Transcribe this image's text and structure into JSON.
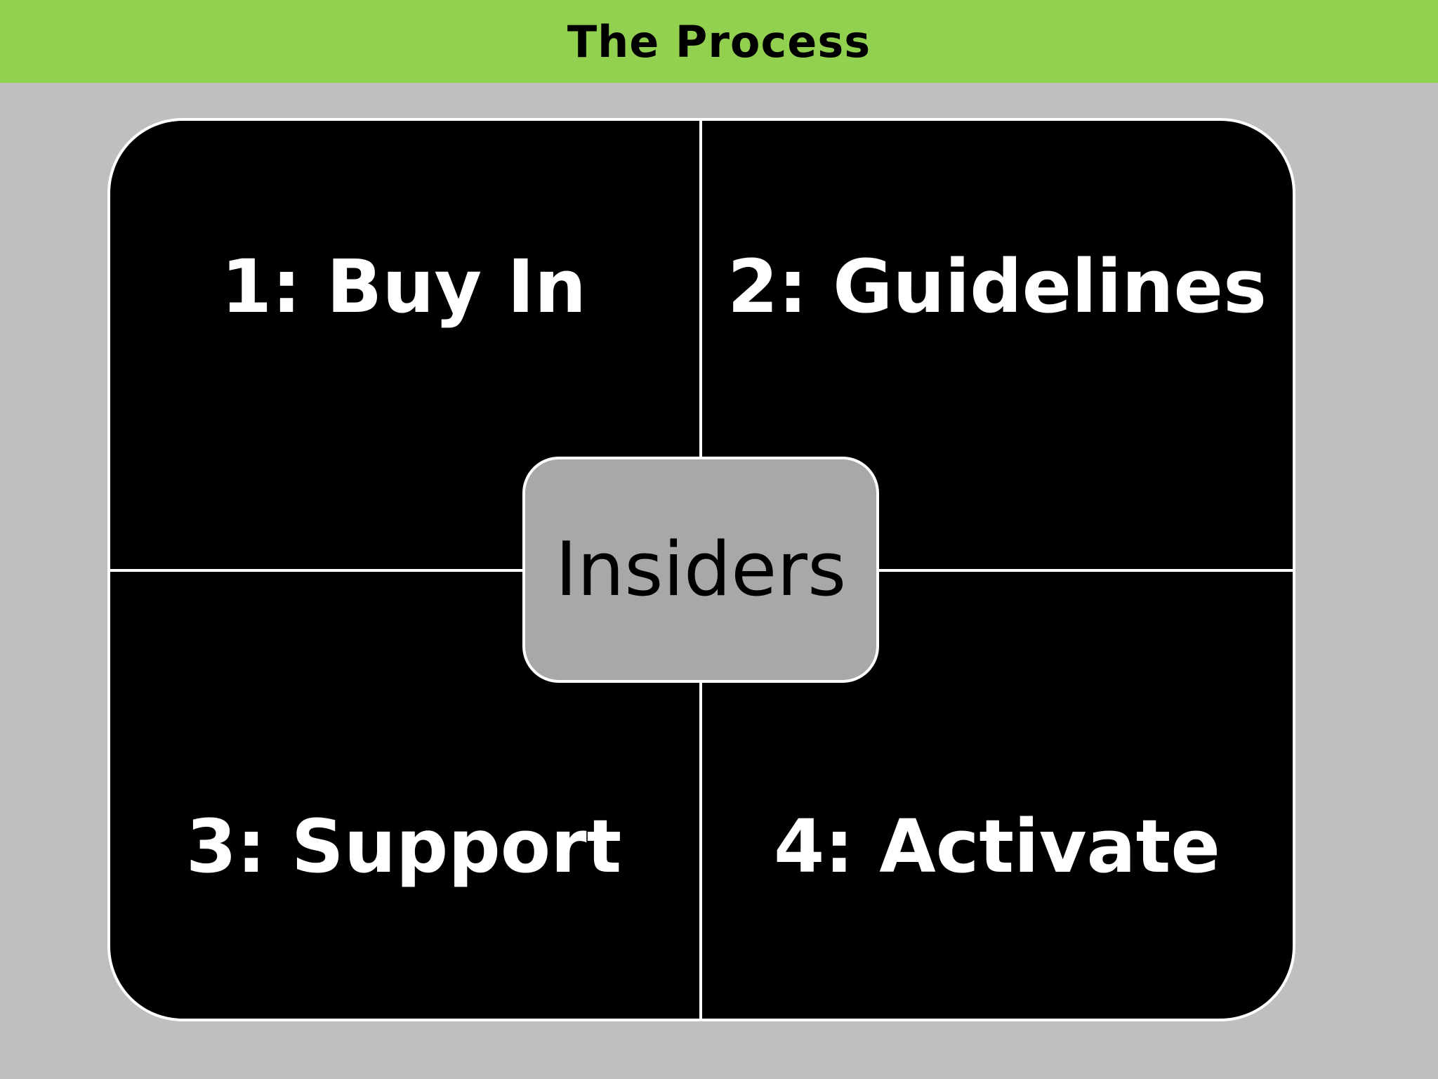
{
  "title": "The Process",
  "quadrants": [
    {
      "label": "1: Buy In"
    },
    {
      "label": "2: Guidelines"
    },
    {
      "label": "3: Support"
    },
    {
      "label": "4: Activate"
    }
  ],
  "center": {
    "label": "Insiders"
  },
  "colors": {
    "title_bar": "#92d050",
    "background": "#c0bec0",
    "quadrant_fill": "#000000",
    "divider": "#ffffff",
    "center_fill": "#a9a7aa"
  }
}
